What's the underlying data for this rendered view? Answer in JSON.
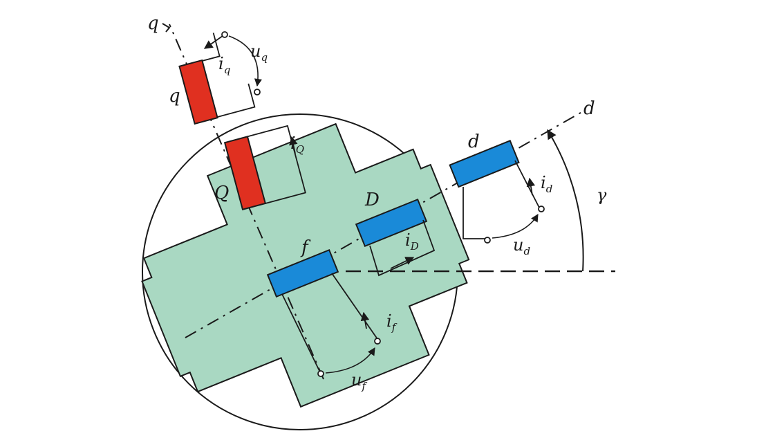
{
  "colors": {
    "rotor_fill": "#a9d8c2",
    "q_coil": "#e03020",
    "d_coil": "#1a8ad8",
    "line": "#1a1a1a"
  },
  "labels": {
    "q_axis": "q",
    "d_axis": "d",
    "gamma": "γ",
    "q_winding": "q",
    "Q_winding": "Q",
    "d_winding": "d",
    "D_winding": "D",
    "f_winding": "f",
    "i": "i",
    "u": "u",
    "sub_q": "q",
    "sub_Q": "Q",
    "sub_d": "d",
    "sub_D": "D",
    "sub_f": "f"
  }
}
